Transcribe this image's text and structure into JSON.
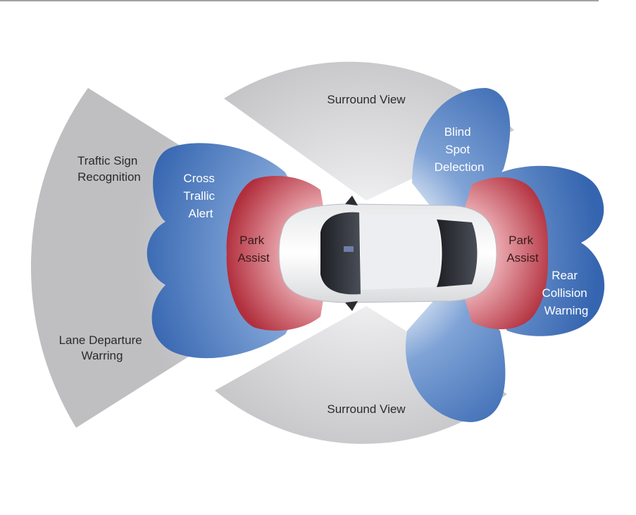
{
  "labels": {
    "surround_top": "Surround View",
    "surround_bottom": "Surround View",
    "traffic_sign": [
      "Traftic Sign",
      "Recognition"
    ],
    "lane_departure": [
      "Lane Departure",
      "Warring"
    ],
    "cross_traffic": [
      "Cross",
      "Trallic",
      "Alert"
    ],
    "park_front": [
      "Park",
      "Assist"
    ],
    "park_rear": [
      "Park",
      "Assist"
    ],
    "blind_spot": [
      "Blind",
      "Spot",
      "Delection"
    ],
    "rear_collision": [
      "Rear",
      "Collision",
      "Warning"
    ]
  },
  "colors": {
    "sensor_gray": "#c9c9cc",
    "radar_blue": "#3f6fb5",
    "park_red": "#b8323f",
    "car_body": "#f2f3f5"
  }
}
